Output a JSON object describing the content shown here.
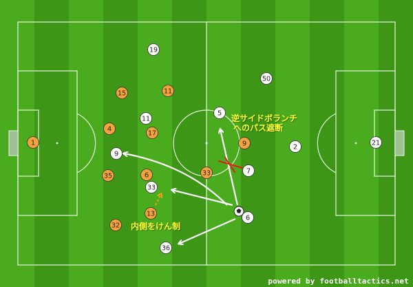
{
  "credit": "powered by footballtactics.net",
  "annotations": {
    "pass_block": [
      "逆サイドボランチ",
      "へのパス遮断"
    ],
    "restrict_inside": "内側をけん制"
  },
  "teams": {
    "orange": {
      "fill": "#f4a23b"
    },
    "white": {
      "fill": "#ffffff"
    }
  },
  "colors": {
    "grass_light": "#4aab1f",
    "grass_dark": "#3d9616",
    "line": "#e8f5e0",
    "arrow": "#ffffff",
    "block_mark": "#e0201a",
    "press_arrow": "#f7a21c",
    "annotation": "#ffff33"
  },
  "ball_icon": "soccer-ball-icon",
  "players": [
    {
      "team": "orange",
      "number": "1"
    },
    {
      "team": "orange",
      "number": "15"
    },
    {
      "team": "orange",
      "number": "11"
    },
    {
      "team": "orange",
      "number": "4"
    },
    {
      "team": "orange",
      "number": "17"
    },
    {
      "team": "orange",
      "number": "35"
    },
    {
      "team": "orange",
      "number": "6"
    },
    {
      "team": "orange",
      "number": "13"
    },
    {
      "team": "orange",
      "number": "32"
    },
    {
      "team": "orange",
      "number": "33"
    },
    {
      "team": "orange",
      "number": "9"
    },
    {
      "team": "white",
      "number": "19"
    },
    {
      "team": "white",
      "number": "11"
    },
    {
      "team": "white",
      "number": "9"
    },
    {
      "team": "white",
      "number": "33"
    },
    {
      "team": "white",
      "number": "36"
    },
    {
      "team": "white",
      "number": "5"
    },
    {
      "team": "white",
      "number": "50"
    },
    {
      "team": "white",
      "number": "7"
    },
    {
      "team": "white",
      "number": "6"
    },
    {
      "team": "white",
      "number": "2"
    },
    {
      "team": "white",
      "number": "21"
    }
  ]
}
